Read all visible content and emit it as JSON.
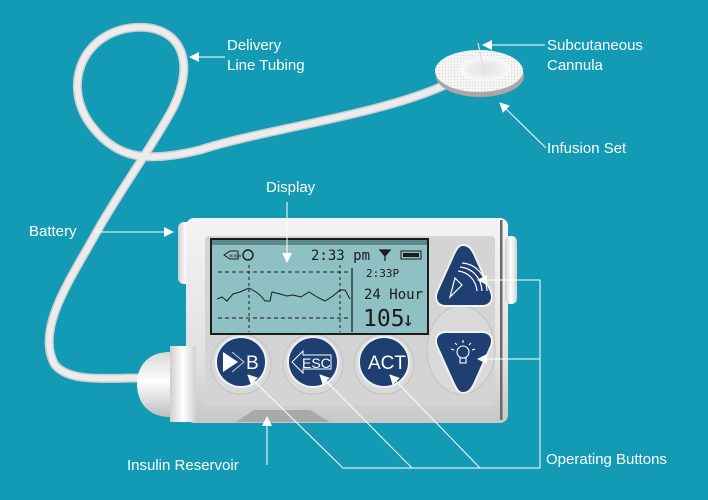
{
  "background_color": "#139bb5",
  "device_colors": {
    "body": "#e6e6e6",
    "screen": "#8fc0c3",
    "button": "#1f3f73",
    "label": "#ffffff"
  },
  "labels": {
    "delivery_line_tubing": [
      "Delivery",
      "Line Tubing"
    ],
    "subcutaneous_cannula": [
      "Subcutaneous",
      "Cannula"
    ],
    "infusion_set": "Infusion Set",
    "display": "Display",
    "battery": "Battery",
    "insulin_reservoir": "Insulin Reservoir",
    "operating_buttons": "Operating Buttons"
  },
  "screen": {
    "time": "2:33 pm",
    "side_time": "2:33P",
    "period": "24 Hour",
    "glucose_value": "105",
    "trend_arrow": "↓",
    "icons": [
      "insulin-level-icon",
      "cycle-icon",
      "antenna-icon",
      "battery-full-icon"
    ]
  },
  "buttons": {
    "bolus": "B",
    "escape": "ESC",
    "activate": "ACT",
    "up": "audio-icon",
    "down": "backlight-icon"
  }
}
